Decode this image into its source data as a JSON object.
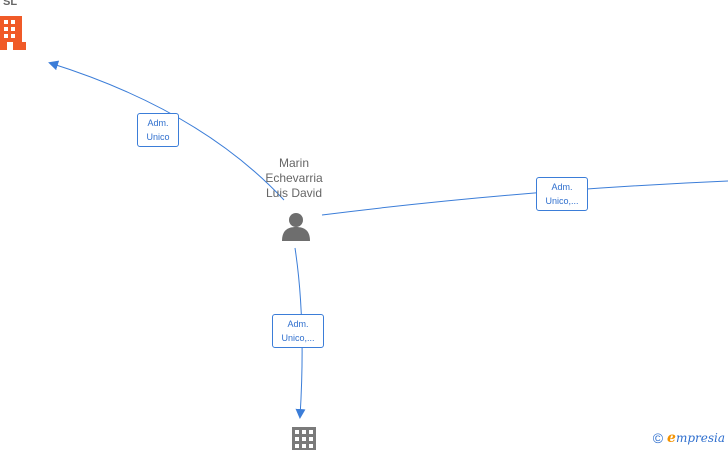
{
  "nodes": {
    "company_top_left": {
      "label": "SL",
      "color": "#f05a28"
    },
    "person": {
      "label_lines": [
        "Marin",
        "Echevarria",
        "Luis David"
      ],
      "color": "#6e6e6e"
    },
    "company_bottom": {
      "label": "",
      "color": "#7a7a7a"
    }
  },
  "edges": {
    "to_top_left": {
      "line1": "Adm.",
      "line2": "Unico"
    },
    "to_right": {
      "line1": "Adm.",
      "line2": "Unico,..."
    },
    "to_bottom": {
      "line1": "Adm.",
      "line2": "Unico,..."
    }
  },
  "colors": {
    "edge": "#3b7dd8",
    "edge_text": "#2f6fce",
    "brand_accent": "#f39200"
  },
  "brand": {
    "copyright": "©",
    "initial": "e",
    "rest": "mpresia"
  }
}
